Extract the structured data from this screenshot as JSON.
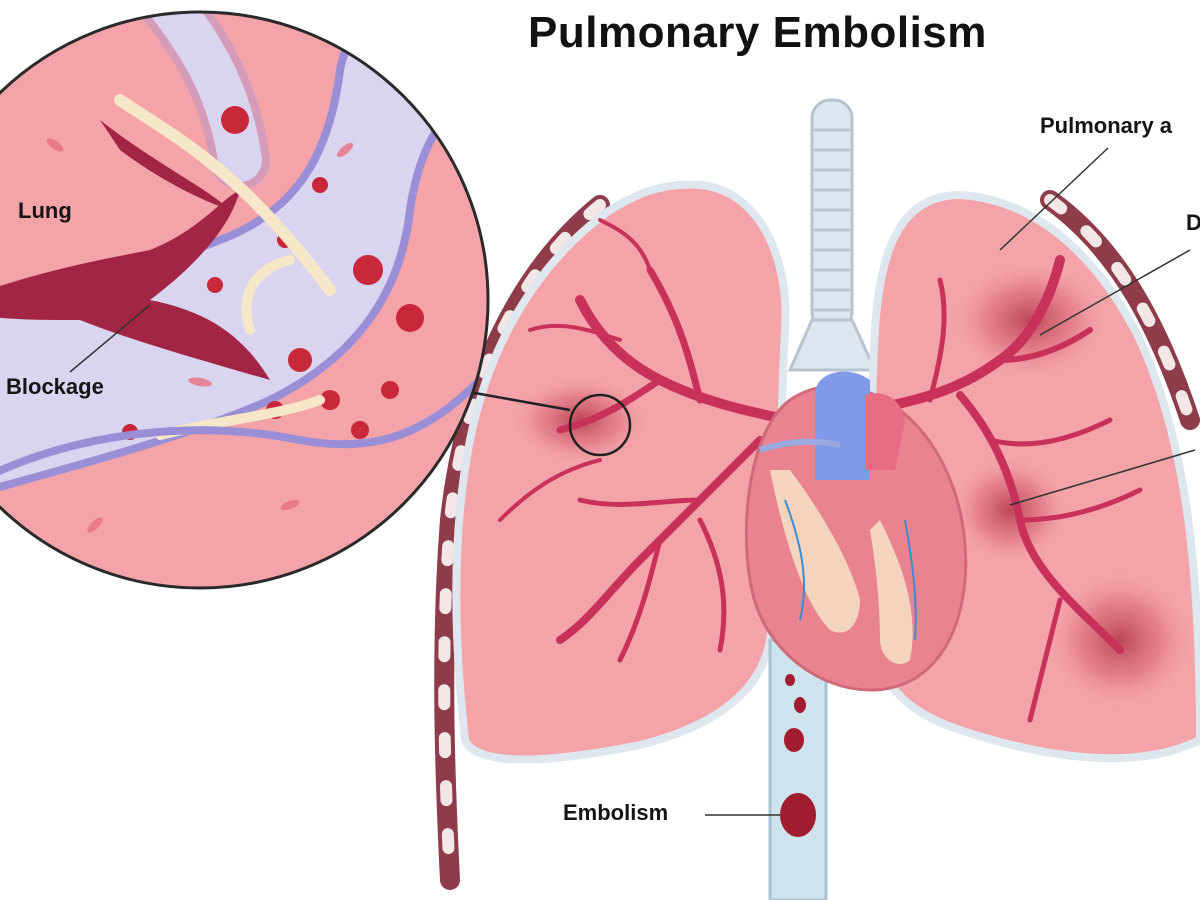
{
  "title": "Pulmonary Embolism",
  "labels": {
    "lung": "Lung",
    "blockage": "Blockage",
    "pulmonary_artery": "Pulmonary a",
    "right_cropped": "D",
    "embolism": "Embolism"
  },
  "colors": {
    "lung_fill": "#f4a3a9",
    "lung_outline": "#dfe7ee",
    "vessel": "#c8325a",
    "clot": "#a01c2e",
    "vein_fill": "#d9d4f0",
    "vein_stroke": "#9a8fd6",
    "trachea": "#dde6ee",
    "heart": "#e8838f",
    "aorta": "#7f9be8",
    "rib": "#8e3b4a"
  }
}
